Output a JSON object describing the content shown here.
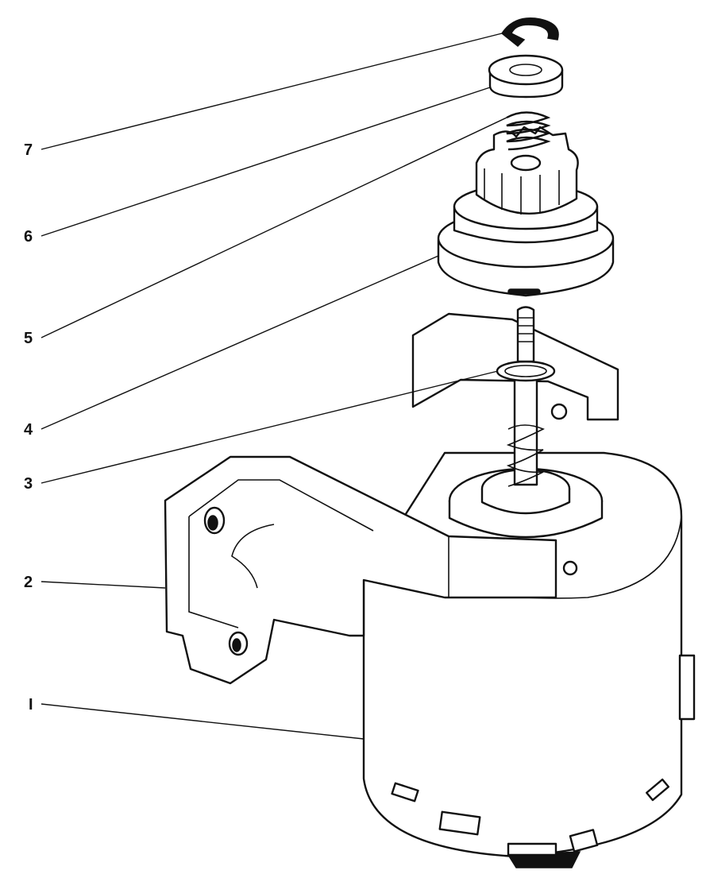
{
  "diagram": {
    "colors": {
      "ink": "#111111",
      "paper": "#ffffff"
    },
    "callouts": [
      {
        "id": "7",
        "label": "7"
      },
      {
        "id": "6",
        "label": "6"
      },
      {
        "id": "5",
        "label": "5"
      },
      {
        "id": "4",
        "label": "4"
      },
      {
        "id": "3",
        "label": "3"
      },
      {
        "id": "2",
        "label": "2"
      },
      {
        "id": "1",
        "label": "I"
      }
    ]
  }
}
